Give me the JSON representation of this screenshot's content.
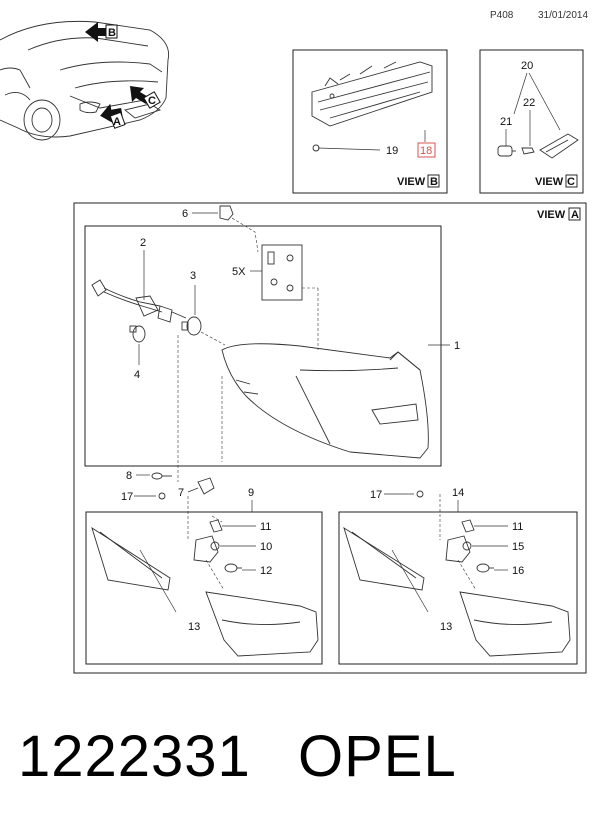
{
  "header": {
    "code": "P408",
    "date": "31/01/2014"
  },
  "car_view": {
    "arrow_b": "B",
    "arrow_a": "A",
    "arrow_c": "C"
  },
  "view_b": {
    "label": "VIEW",
    "letter": "B",
    "callouts": {
      "c19": "19",
      "c18": "18"
    },
    "highlight_color": "#d9534f"
  },
  "view_c": {
    "label": "VIEW",
    "letter": "C",
    "callouts": {
      "c20": "20",
      "c21": "21",
      "c22": "22"
    }
  },
  "view_a": {
    "label": "VIEW",
    "letter": "A",
    "callouts": {
      "c1": "1",
      "c2": "2",
      "c3": "3",
      "c4": "4",
      "c5x": "5X",
      "c6": "6",
      "c7": "7",
      "c8": "8",
      "c9": "9"
    },
    "left_inset": {
      "callouts": {
        "c17": "17",
        "c11": "11",
        "c10": "10",
        "c12": "12",
        "c13": "13"
      }
    },
    "right_inset": {
      "callouts": {
        "c17": "17",
        "c14": "14",
        "c11": "11",
        "c15": "15",
        "c16": "16",
        "c13": "13"
      }
    }
  },
  "footer": {
    "part_number": "1222331",
    "brand": "OPEL"
  }
}
